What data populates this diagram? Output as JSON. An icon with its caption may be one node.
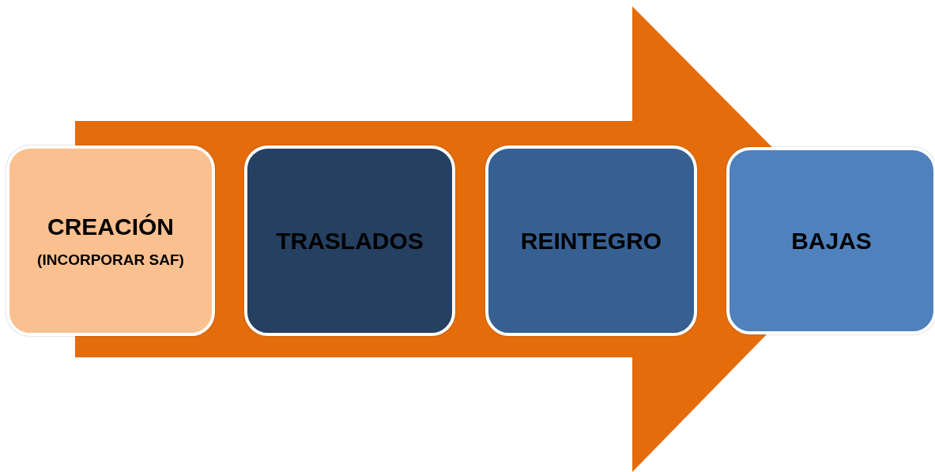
{
  "diagram": {
    "nodes": [
      {
        "text": [
          "CREACIÓN",
          "(INCORPORAR SAF)"
        ]
      },
      {
        "text": [
          "TRASLADOS"
        ]
      },
      {
        "text": [
          "REINTEGRO"
        ]
      },
      {
        "text": [
          "BAJAS"
        ]
      }
    ],
    "edges": [
      {
        "from": 0,
        "to": 3,
        "arrow": "to"
      }
    ]
  }
}
